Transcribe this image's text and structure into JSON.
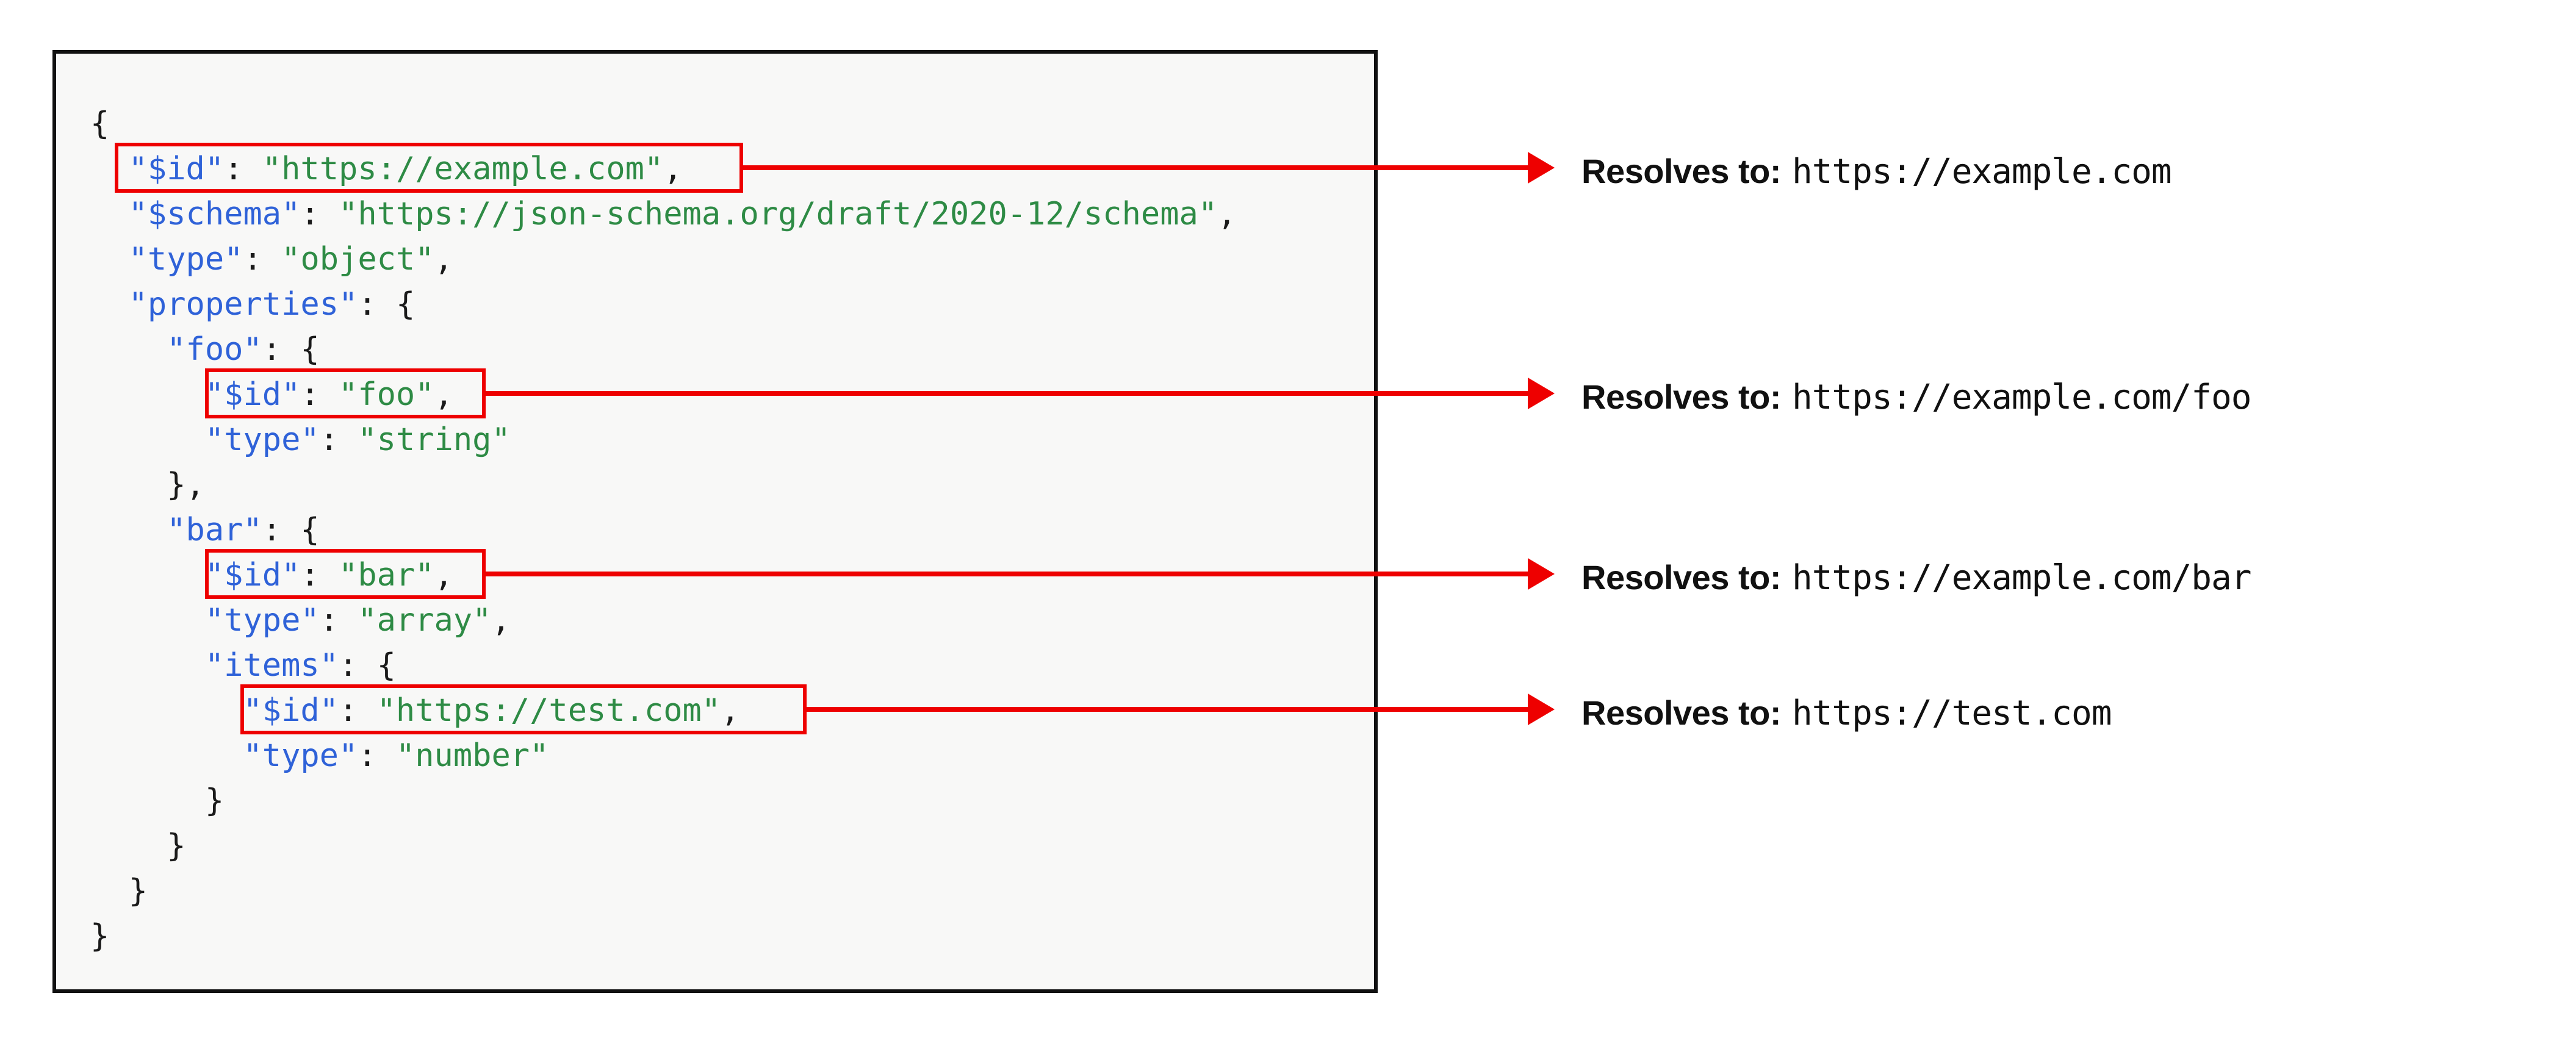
{
  "panel": {
    "background": "#f8f8f7",
    "border_color": "#111111"
  },
  "colors": {
    "key": "#2f62d8",
    "string": "#2e8b45",
    "punctuation": "#1a1a1a",
    "highlight": "#ee0000",
    "text": "#111111"
  },
  "code": {
    "language": "json",
    "lines": [
      {
        "indent": 0,
        "text": "{"
      },
      {
        "indent": 1,
        "key": "\"$id\"",
        "value": "\"https://example.com\"",
        "comma": true,
        "highlighted": true
      },
      {
        "indent": 1,
        "key": "\"$schema\"",
        "value": "\"https://json-schema.org/draft/2020-12/schema\"",
        "comma": true,
        "highlighted": false
      },
      {
        "indent": 1,
        "key": "\"type\"",
        "value": "\"object\"",
        "comma": true,
        "highlighted": false
      },
      {
        "indent": 1,
        "key": "\"properties\"",
        "value": "{",
        "comma": false,
        "highlighted": false
      },
      {
        "indent": 2,
        "key": "\"foo\"",
        "value": "{",
        "comma": false,
        "highlighted": false
      },
      {
        "indent": 3,
        "key": "\"$id\"",
        "value": "\"foo\"",
        "comma": true,
        "highlighted": true
      },
      {
        "indent": 3,
        "key": "\"type\"",
        "value": "\"string\"",
        "comma": false,
        "highlighted": false
      },
      {
        "indent": 2,
        "text": "},"
      },
      {
        "indent": 2,
        "key": "\"bar\"",
        "value": "{",
        "comma": false,
        "highlighted": false
      },
      {
        "indent": 3,
        "key": "\"$id\"",
        "value": "\"bar\"",
        "comma": true,
        "highlighted": true
      },
      {
        "indent": 3,
        "key": "\"type\"",
        "value": "\"array\"",
        "comma": true,
        "highlighted": false
      },
      {
        "indent": 3,
        "key": "\"items\"",
        "value": "{",
        "comma": false,
        "highlighted": false
      },
      {
        "indent": 4,
        "key": "\"$id\"",
        "value": "\"https://test.com\"",
        "comma": true,
        "highlighted": true
      },
      {
        "indent": 4,
        "key": "\"type\"",
        "value": "\"number\"",
        "comma": false,
        "highlighted": false
      },
      {
        "indent": 3,
        "text": "}"
      },
      {
        "indent": 2,
        "text": "}"
      },
      {
        "indent": 1,
        "text": "}"
      },
      {
        "indent": 0,
        "text": "}"
      }
    ],
    "raw": {
      "l0": "{",
      "l1_key": "\"$id\"",
      "l1_colon": ": ",
      "l1_val": "\"https://example.com\"",
      "l1_end": ",",
      "l2_key": "\"$schema\"",
      "l2_colon": ": ",
      "l2_val": "\"https://json-schema.org/draft/2020-12/schema\"",
      "l2_end": ",",
      "l3_key": "\"type\"",
      "l3_colon": ": ",
      "l3_val": "\"object\"",
      "l3_end": ",",
      "l4_key": "\"properties\"",
      "l4_colon": ": ",
      "l4_end": "{",
      "l5_key": "\"foo\"",
      "l5_colon": ": ",
      "l5_end": "{",
      "l6_key": "\"$id\"",
      "l6_colon": ": ",
      "l6_val": "\"foo\"",
      "l6_end": ",",
      "l7_key": "\"type\"",
      "l7_colon": ": ",
      "l7_val": "\"string\"",
      "l7_end": "",
      "l8": "},",
      "l9_key": "\"bar\"",
      "l9_colon": ": ",
      "l9_end": "{",
      "l10_key": "\"$id\"",
      "l10_colon": ": ",
      "l10_val": "\"bar\"",
      "l10_end": ",",
      "l11_key": "\"type\"",
      "l11_colon": ": ",
      "l11_val": "\"array\"",
      "l11_end": ",",
      "l12_key": "\"items\"",
      "l12_colon": ": ",
      "l12_end": "{",
      "l13_key": "\"$id\"",
      "l13_colon": ": ",
      "l13_val": "\"https://test.com\"",
      "l13_end": ",",
      "l14_key": "\"type\"",
      "l14_colon": ": ",
      "l14_val": "\"number\"",
      "l14_end": "",
      "l15": "}",
      "l16": "}",
      "l17": "}",
      "l18": "}"
    }
  },
  "annotations": [
    {
      "label": "Resolves to:",
      "url": "https://example.com"
    },
    {
      "label": "Resolves to:",
      "url": "https://example.com/foo"
    },
    {
      "label": "Resolves to:",
      "url": "https://example.com/bar"
    },
    {
      "label": "Resolves to:",
      "url": "https://test.com"
    }
  ]
}
